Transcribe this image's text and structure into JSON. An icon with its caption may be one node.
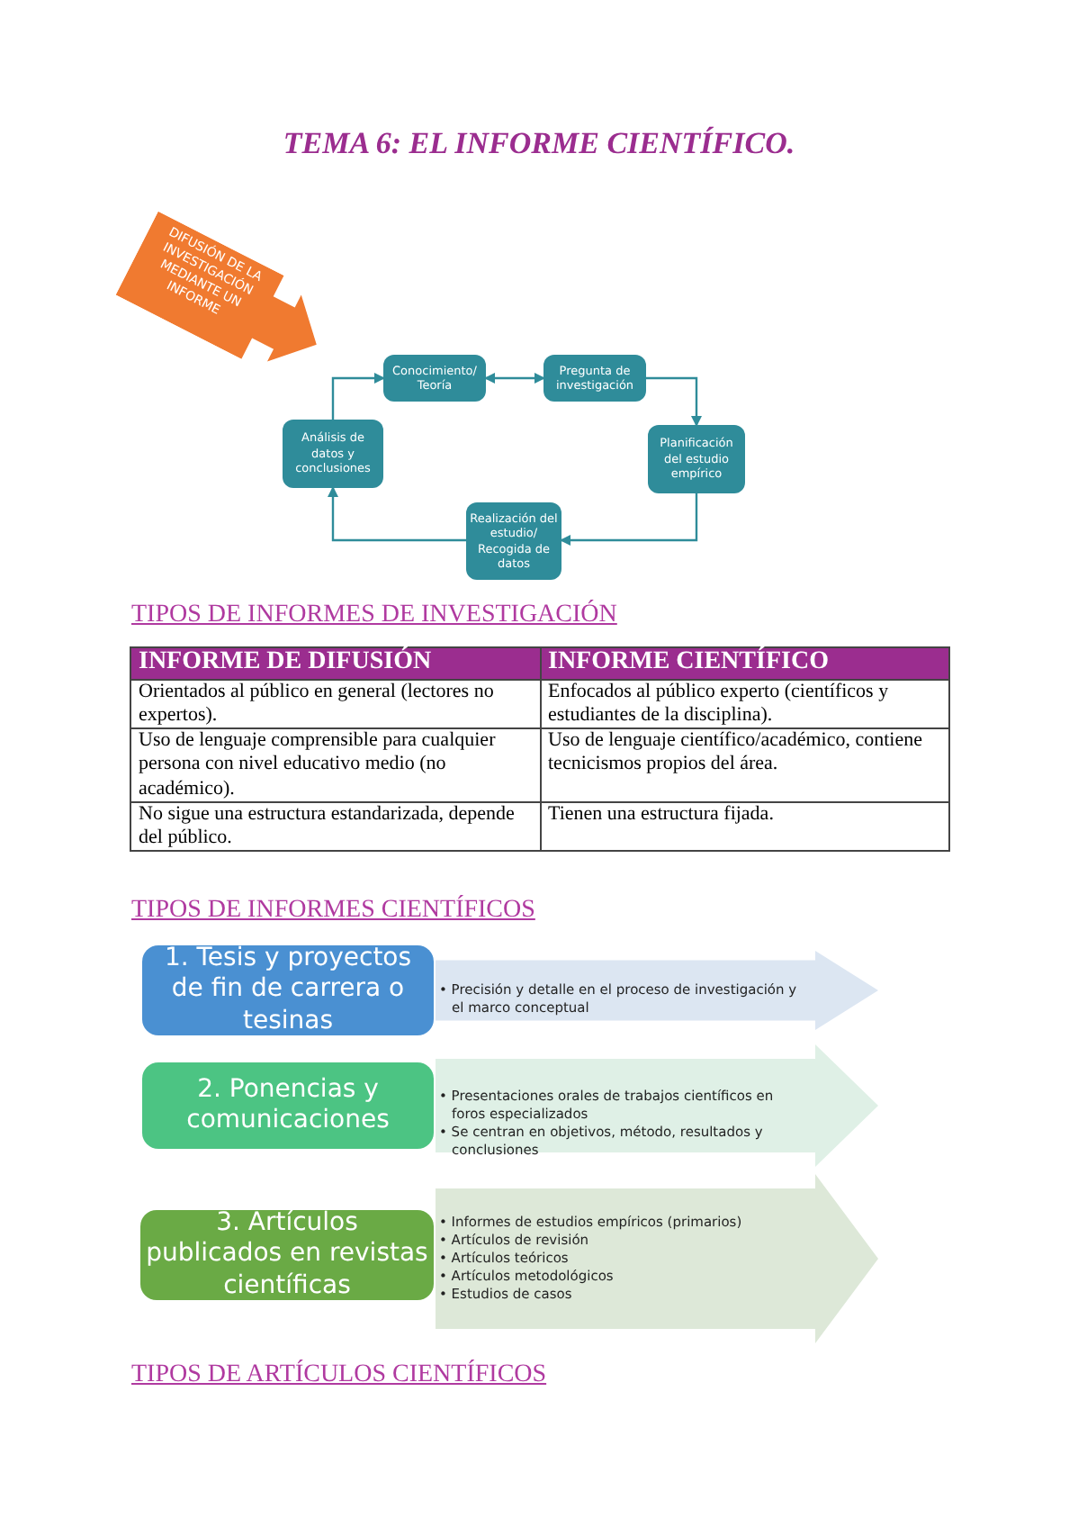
{
  "diagram": {
    "title": "TEMA 6: EL INFORME CIENTÍFICO.",
    "nodes": [
      {
        "text": [
          "DIFUSIÓN DE LA INVESTIGACIÓN MEDIANTE UN INFORME"
        ]
      },
      {
        "text": [
          "Conocimiento/ Teoría"
        ]
      },
      {
        "text": [
          "Pregunta de investigación"
        ]
      },
      {
        "text": [
          "Planificación del estudio empírico"
        ]
      },
      {
        "text": [
          "Realización del estudio/ Recogida de datos"
        ]
      },
      {
        "text": [
          "Análisis de datos y conclusiones"
        ]
      },
      {
        "text": [
          "1. Tesis y proyectos de fin de carrera o tesinas"
        ]
      },
      {
        "text": [
          "• Precisión y detalle en el proceso de investigación y el marco conceptual"
        ]
      },
      {
        "text": [
          "2. Ponencias y comunicaciones"
        ]
      },
      {
        "text": [
          "• Presentaciones orales de trabajos científicos en foros especializados",
          "• Se centran en objetivos, método, resultados y conclusiones"
        ]
      },
      {
        "text": [
          "3. Artículos publicados en revistas científicas"
        ]
      },
      {
        "text": [
          "• Informes de estudios empíricos (primarios)",
          "• Artículos de revisión",
          "• Artículos teóricos",
          "• Artículos metodológicos",
          "• Estudios de casos"
        ]
      }
    ],
    "edges": [
      {
        "from": 1,
        "to": 2,
        "arrow": "both"
      },
      {
        "from": 2,
        "to": 3,
        "arrow": "to"
      },
      {
        "from": 3,
        "to": 4,
        "arrow": "to"
      },
      {
        "from": 4,
        "to": 5,
        "arrow": "to"
      },
      {
        "from": 5,
        "to": 1,
        "arrow": "to"
      }
    ],
    "labels": [
      "TIPOS DE INFORMES DE INVESTIGACIÓN",
      "INFORME DE DIFUSIÓN",
      "INFORME CIENTÍFICO",
      "Orientados al público en general (lectores no expertos).",
      "Enfocados al público experto (científicos y estudiantes de la disciplina).",
      "Uso de lenguaje comprensible para cualquier persona con nivel educativo medio (no académico).",
      "Uso de lenguaje científico/académico, contiene tecnicismos propios del área.",
      "No sigue una estructura estandarizada, depende del público.",
      "Tienen una estructura fijada.",
      "TIPOS DE INFORMES CIENTÍFICOS",
      "TIPOS DE ARTÍCULOS CIENTÍFICOS"
    ]
  }
}
